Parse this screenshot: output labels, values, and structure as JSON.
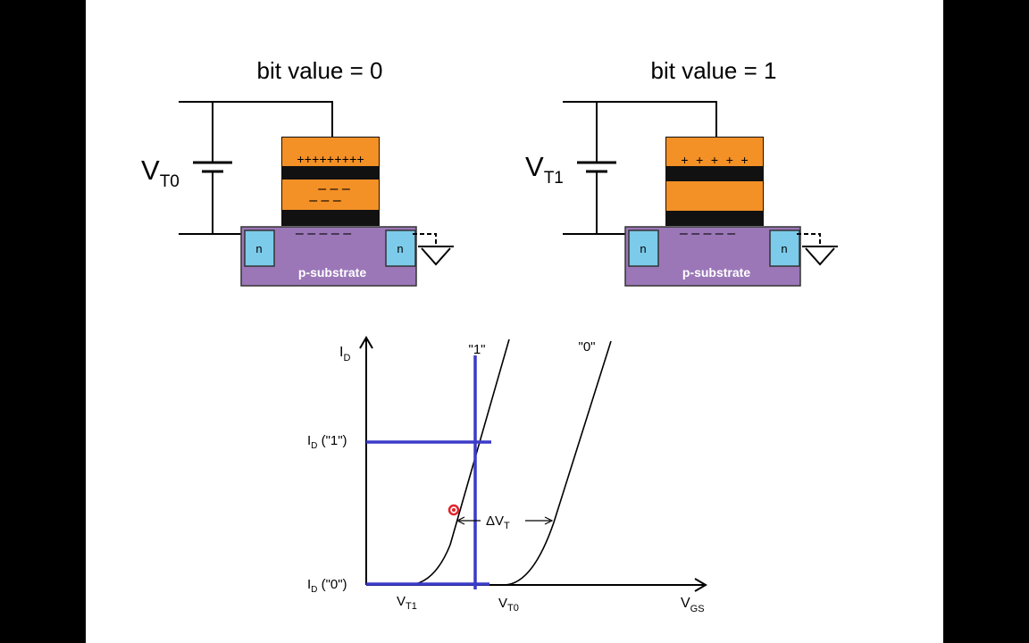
{
  "left_cell": {
    "title": "bit value = 0",
    "voltage_main": "V",
    "voltage_sub": "T0",
    "top_charge": "+++++++++",
    "mid_charge_row1": "–  –  –",
    "mid_charge_row2": "–  –  –",
    "channel_charge": "–  –  –  –  –",
    "source_label": "n",
    "drain_label": "n",
    "substrate_label": "p-substrate"
  },
  "right_cell": {
    "title": "bit value = 1",
    "voltage_main": "V",
    "voltage_sub": "T1",
    "top_charge": "+  +  +  +  +",
    "channel_charge": "–  –  –  –  –",
    "source_label": "n",
    "drain_label": "n",
    "substrate_label": "p-substrate"
  },
  "graph": {
    "y_axis_main": "I",
    "y_axis_sub": "D",
    "x_axis_main": "V",
    "x_axis_sub": "GS",
    "curve_1_label": "\"1\"",
    "curve_0_label": "\"0\"",
    "level_1_main": "I",
    "level_1_sub": "D",
    "level_1_suffix": " (\"1\")",
    "level_0_main": "I",
    "level_0_sub": "D",
    "level_0_suffix": " (\"0\")",
    "vt1_main": "V",
    "vt1_sub": "T1",
    "vt0_main": "V",
    "vt0_sub": "T0",
    "delta_main": "ΔV",
    "delta_sub": "T"
  },
  "colors": {
    "oxide_orange": "#F39026",
    "substrate_purple": "#9B77B8",
    "n_region_blue": "#7CCBEA",
    "marker_blue": "#3B3BC9",
    "cursor_red": "#E0242B"
  }
}
